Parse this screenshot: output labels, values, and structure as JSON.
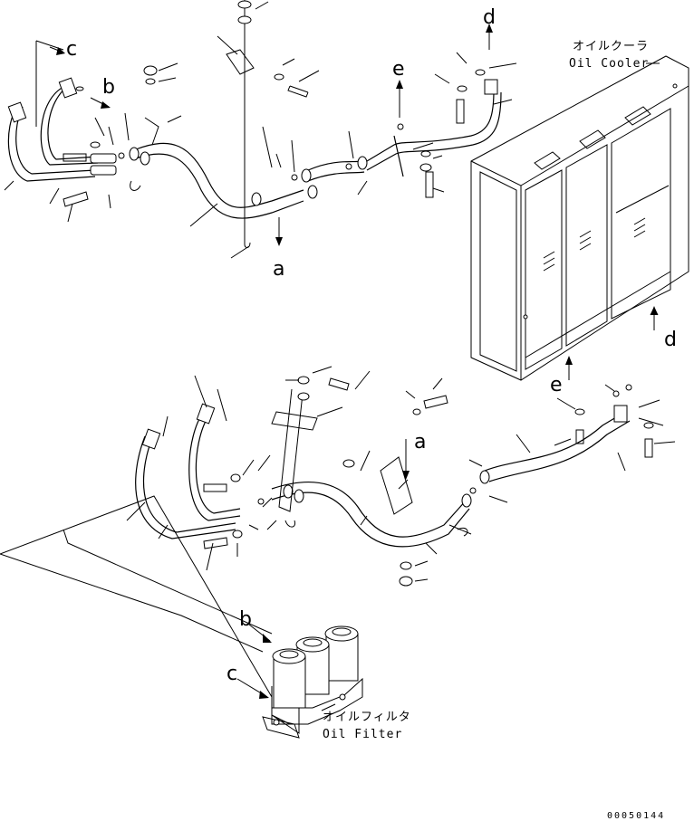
{
  "diagram": {
    "callouts": {
      "a_top": "a",
      "a_mid": "a",
      "b_top": "b",
      "b_bottom": "b",
      "c_top": "c",
      "c_bottom": "c",
      "d_top": "d",
      "d_right": "d",
      "e_top": "e",
      "e_mid": "e"
    },
    "oil_cooler": {
      "label_jp": "オイルクーラ",
      "label_en": "Oil Cooler"
    },
    "oil_filter": {
      "label_jp": "オイルフィルタ",
      "label_en": "Oil Filter"
    },
    "drawing_number": "00050144"
  }
}
